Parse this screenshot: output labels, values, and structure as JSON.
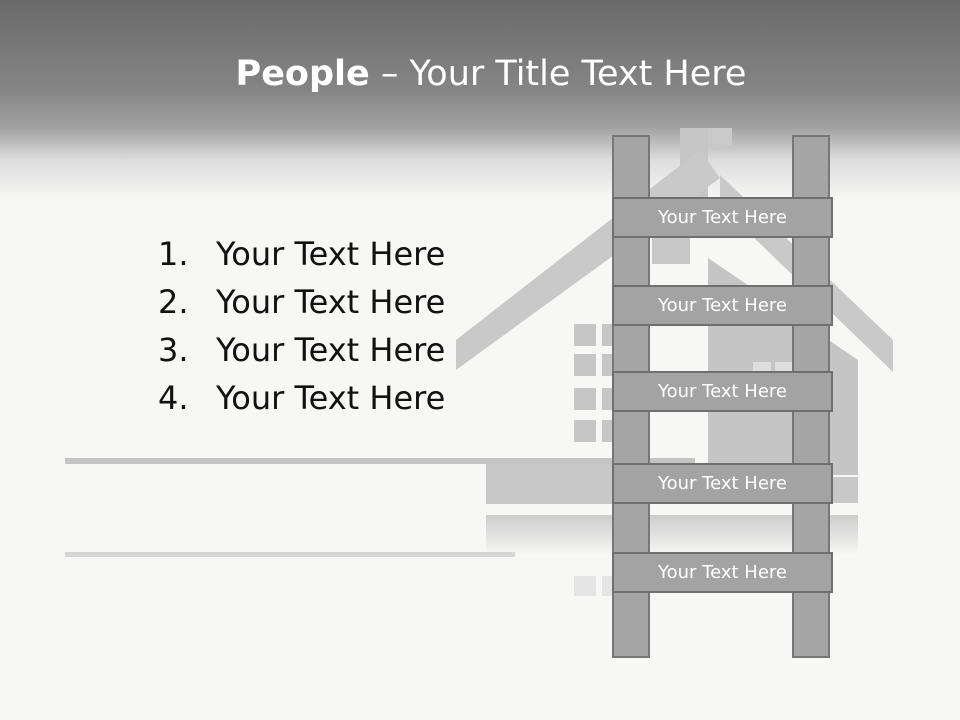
{
  "slide": {
    "title_bold": "People",
    "title_rest": "– Your Title Text Here"
  },
  "list": {
    "items": [
      {
        "number": "1.",
        "text": "Your Text Here"
      },
      {
        "number": "2.",
        "text": "Your Text Here"
      },
      {
        "number": "3.",
        "text": "Your Text Here"
      },
      {
        "number": "4.",
        "text": "Your Text Here"
      }
    ]
  },
  "ladder": {
    "rungs": [
      "Your Text Here",
      "Your Text Here",
      "Your Text Here",
      "Your Text Here",
      "Your Text Here"
    ]
  },
  "colors": {
    "header_dark": "#6a6a6a",
    "background": "#f7f7f6",
    "ladder_fill": "#a3a3a3",
    "ladder_stroke": "#6f6f6f",
    "house_graphic": "#c8c8c8"
  }
}
